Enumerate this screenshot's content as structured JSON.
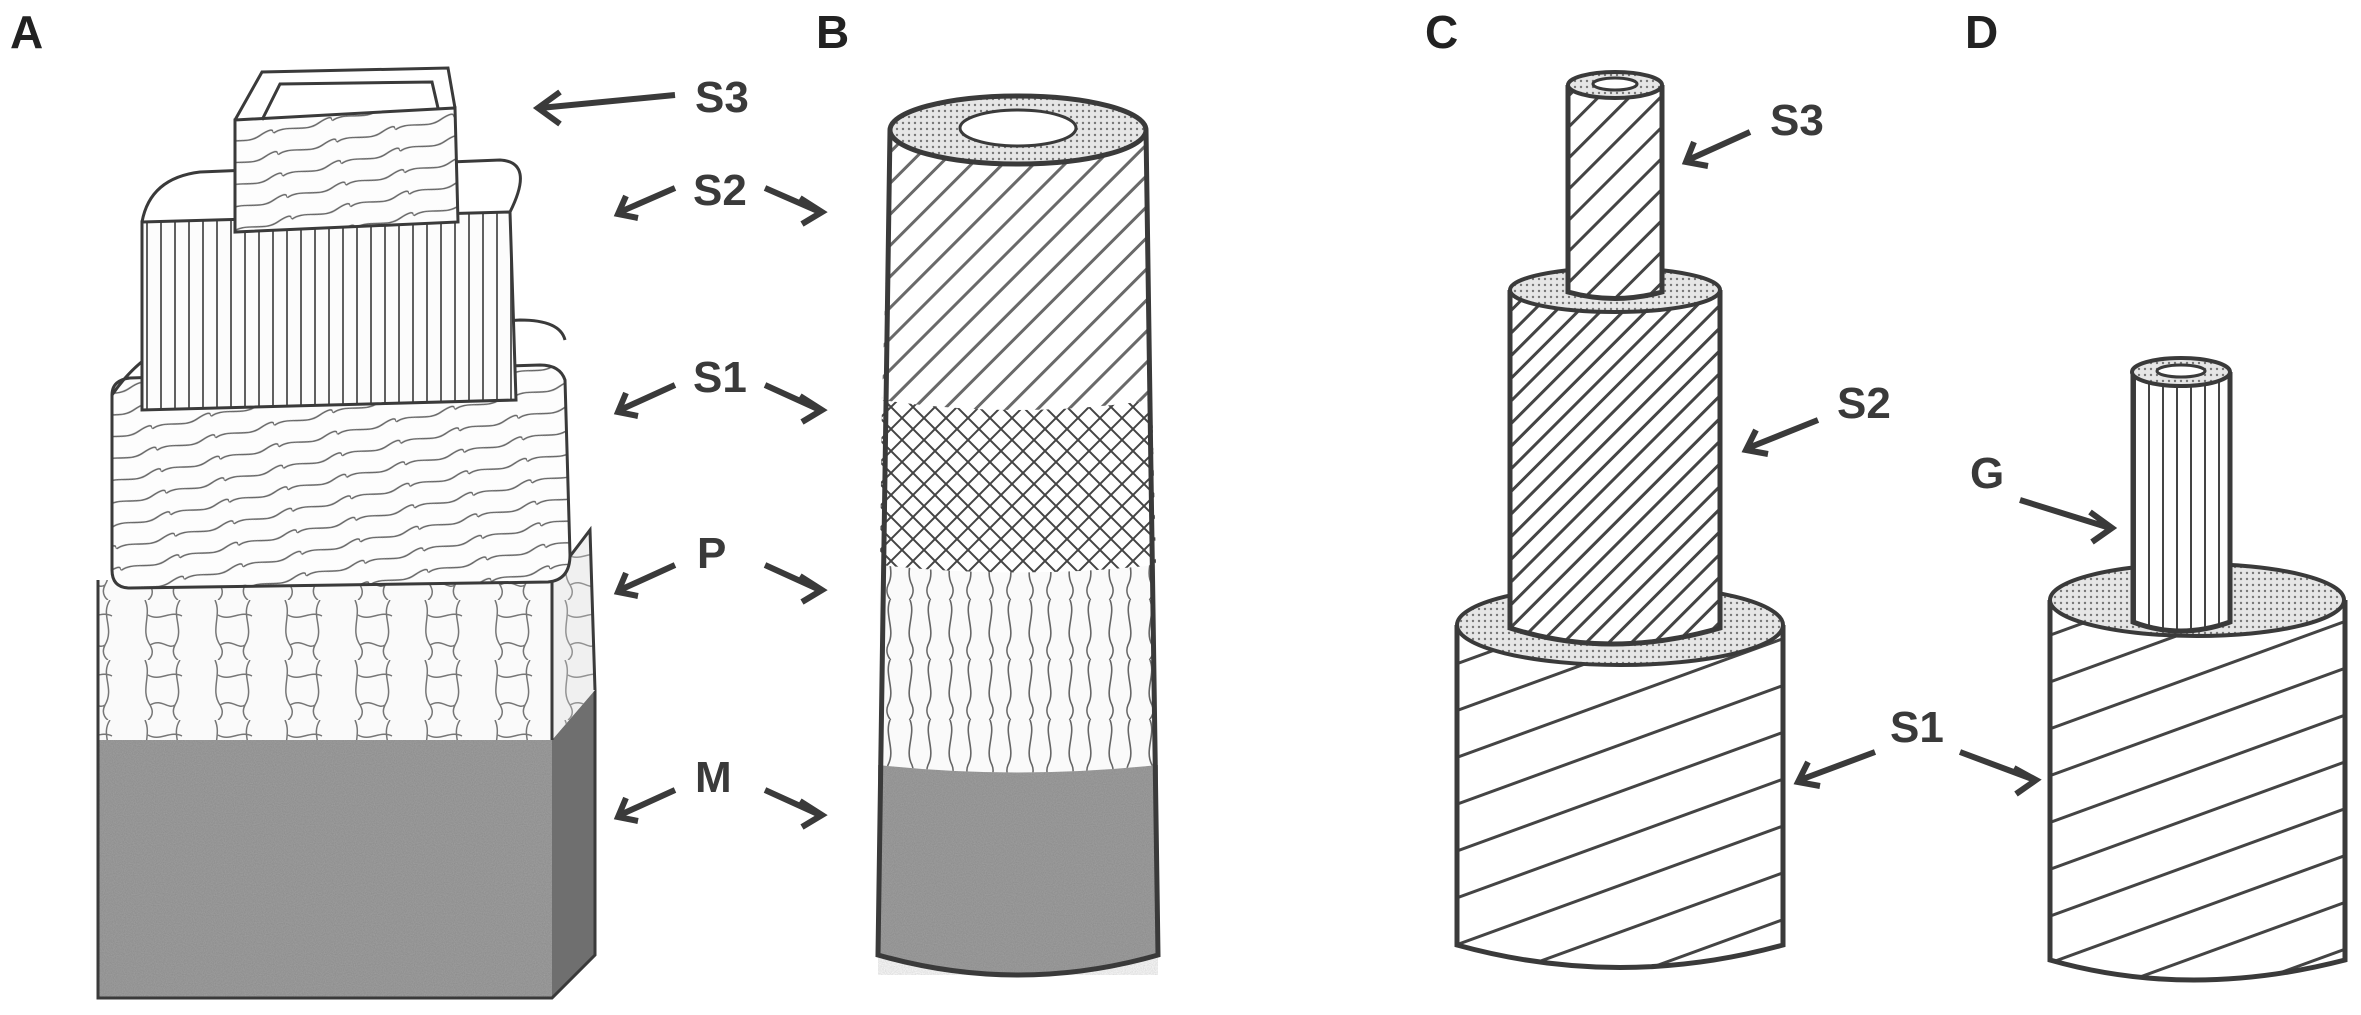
{
  "panels": {
    "a": {
      "letter": "A"
    },
    "b": {
      "letter": "B"
    },
    "c": {
      "letter": "C"
    },
    "d": {
      "letter": "D"
    }
  },
  "labels": {
    "s3_ab": "S3",
    "s2_ab": "S2",
    "s1_ab": "S1",
    "p_ab": "P",
    "m_ab": "M",
    "s3_c": "S3",
    "s2_c": "S2",
    "g_d": "G",
    "s1_cd": "S1"
  },
  "colors": {
    "ink": "#3a3a3a",
    "middle_lamella": "#7a7a7a",
    "dotted_fill": "#cfcfcf",
    "background": "#ffffff"
  }
}
